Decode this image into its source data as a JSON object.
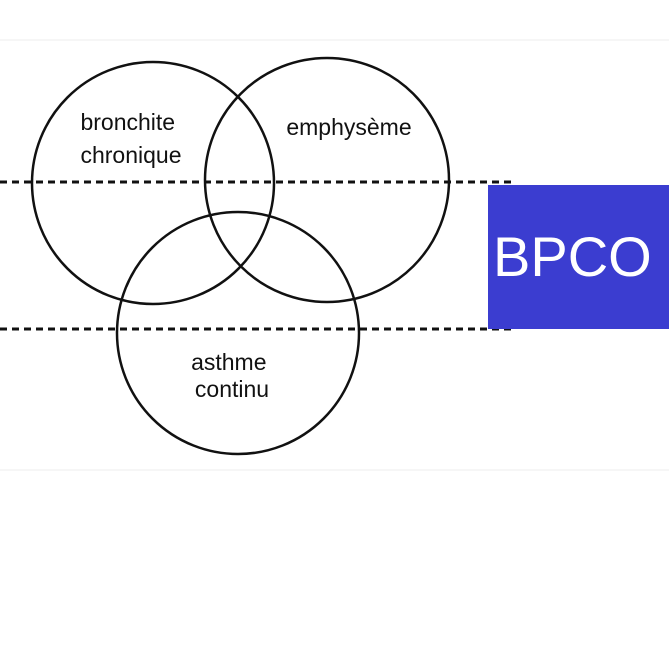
{
  "venn": {
    "sets": [
      {
        "label_lines": [
          "bronchite",
          "chronique"
        ]
      },
      {
        "label_lines": [
          "emphysème"
        ]
      },
      {
        "label_lines": [
          "asthme",
          "continu"
        ]
      }
    ]
  },
  "box": {
    "label": "BPCO",
    "fill_color": "#3b3dd0",
    "text_color": "#ffffff"
  },
  "colors": {
    "line": "#111111",
    "background": "#ffffff"
  }
}
